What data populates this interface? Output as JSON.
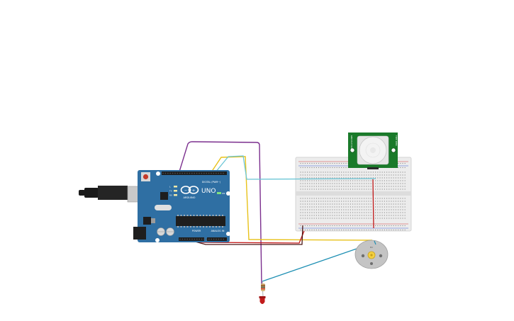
{
  "arduino": {
    "logo_text": "ARDUINO",
    "model": "UNO",
    "digital_label": "DIGITAL (PWM~)",
    "power_label": "POWER",
    "analog_label": "ANALOG IN",
    "led_labels": [
      "L",
      "TX",
      "RX"
    ],
    "on_label": "ON",
    "board_color": "#2f6fa3"
  },
  "pir_sensor": {
    "label_left": "GND OUT VCC",
    "label_right": "TIME SENS",
    "board_color": "#1a7a2a"
  },
  "motor": {
    "top_label": "DC"
  },
  "wires": {
    "purple": "#7b2f8e",
    "yellow": "#e8c21a",
    "teal": "#4fb6c8",
    "blue": "#1d8fb3",
    "red": "#c21b1b",
    "black": "#3a1a1a"
  }
}
